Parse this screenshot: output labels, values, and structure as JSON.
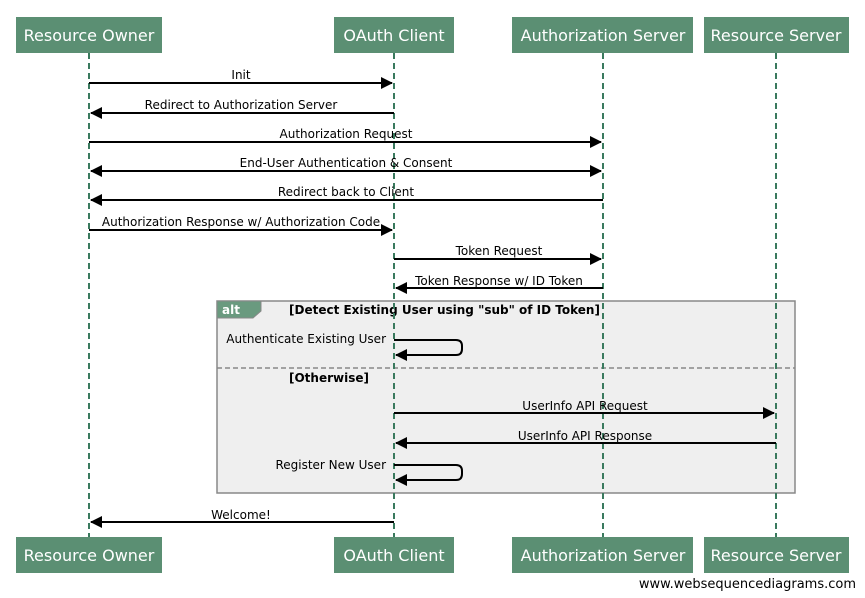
{
  "participants": [
    {
      "id": "resource_owner",
      "label": "Resource Owner"
    },
    {
      "id": "oauth_client",
      "label": "OAuth Client"
    },
    {
      "id": "authorization_server",
      "label": "Authorization Server"
    },
    {
      "id": "resource_server",
      "label": "Resource Server"
    }
  ],
  "messages": [
    {
      "label": "Init",
      "from": "resource_owner",
      "to": "oauth_client"
    },
    {
      "label": "Redirect to Authorization Server",
      "from": "oauth_client",
      "to": "resource_owner"
    },
    {
      "label": "Authorization Request",
      "from": "resource_owner",
      "to": "authorization_server"
    },
    {
      "label": "End-User Authentication & Consent",
      "from": "authorization_server",
      "to": "resource_owner",
      "bidirectional": true
    },
    {
      "label": "Redirect back to Client",
      "from": "authorization_server",
      "to": "resource_owner"
    },
    {
      "label": "Authorization Response w/ Authorization Code",
      "from": "resource_owner",
      "to": "oauth_client"
    },
    {
      "label": "Token Request",
      "from": "oauth_client",
      "to": "authorization_server"
    },
    {
      "label": "Token Response w/ ID Token",
      "from": "authorization_server",
      "to": "oauth_client"
    },
    {
      "label": "Authenticate Existing User",
      "from": "oauth_client",
      "to": "oauth_client",
      "self": true
    },
    {
      "label": "UserInfo API Request",
      "from": "oauth_client",
      "to": "resource_server"
    },
    {
      "label": "UserInfo API Response",
      "from": "resource_server",
      "to": "oauth_client"
    },
    {
      "label": "Register New User",
      "from": "oauth_client",
      "to": "oauth_client",
      "self": true
    },
    {
      "label": "Welcome!",
      "from": "oauth_client",
      "to": "resource_owner"
    }
  ],
  "alt_block": {
    "tag": "alt",
    "condition": "[Detect Existing User using \"sub\" of ID Token]",
    "else_condition": "[Otherwise]"
  },
  "watermark": "www.websequencediagrams.com",
  "colors": {
    "actor_fill": "#5b8f73",
    "actor_text": "#ffffff",
    "lifeline": "#3a7a5e",
    "arrow": "#000000",
    "alt_fill": "#efefef",
    "alt_border": "#888888",
    "alt_tag_fill": "#6a9a7f"
  }
}
